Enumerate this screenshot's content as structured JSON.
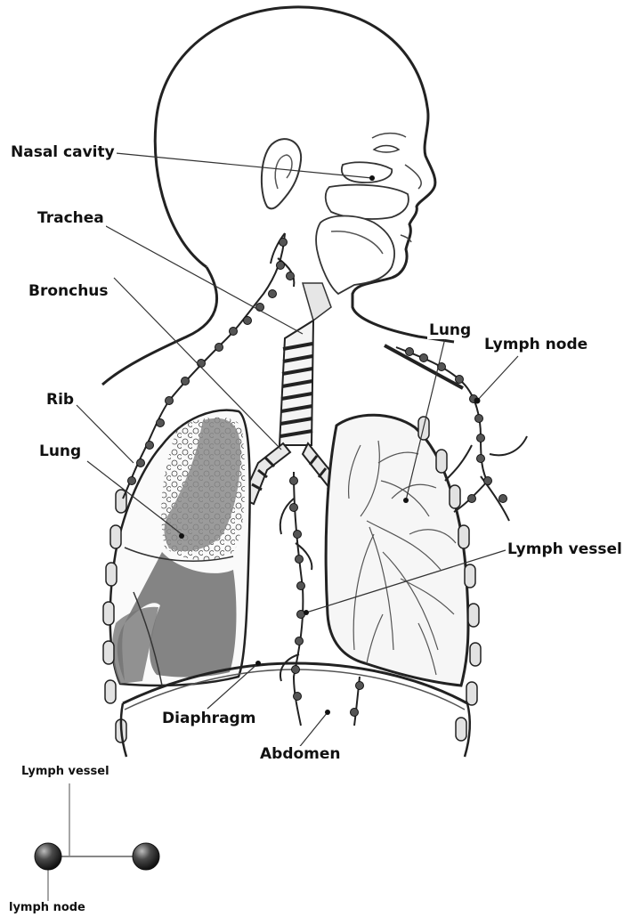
{
  "labels": {
    "nasal_cavity": "Nasal cavity",
    "trachea": "Trachea",
    "bronchus": "Bronchus",
    "rib": "Rib",
    "lung_left": "Lung",
    "lung_right": "Lung",
    "lymph_node": "Lymph node",
    "lymph_vessel": "Lymph vessel",
    "diaphragm": "Diaphragm",
    "abdomen": "Abdomen"
  },
  "legend": {
    "vessel": "Lymph vessel",
    "node": "lymph node"
  },
  "colors": {
    "outline": "#222222",
    "tumor": "#8a8a8a",
    "tumor_dark": "#6e6e6e",
    "lung_fill": "#f2f2f2",
    "node_fill": "#555555",
    "airway": "#cfcfcf"
  }
}
